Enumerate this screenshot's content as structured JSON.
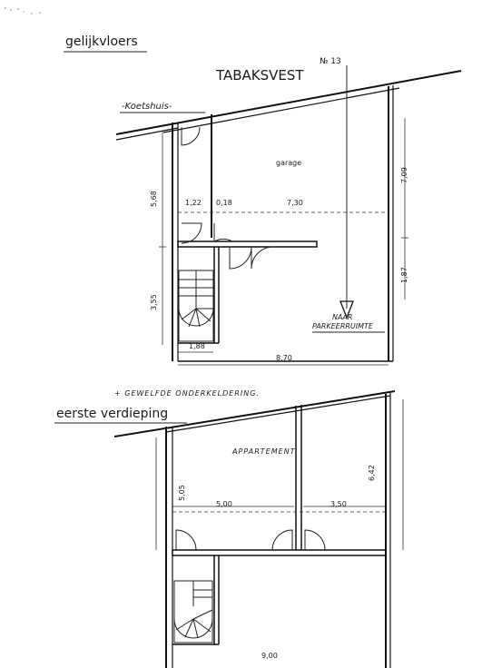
{
  "ground_floor": {
    "title": "gelijkvloers",
    "street": "TABAKSVEST",
    "house_number": "№ 13",
    "coach_house": "-Koetshuis-",
    "garage": "garage",
    "parking_arrow_text_1": "NAAR",
    "parking_arrow_text_2": "PARKEERRUIMTE",
    "dims": {
      "left_upper": "5,68",
      "left_lower": "3,55",
      "right_upper": "7,09",
      "right_lower": "1,87",
      "w1": "1,22",
      "w2": "0,18",
      "w3": "7,30",
      "stair": "1,88",
      "total": "8,70"
    },
    "note": "+ GEWELFDE ONDERKELDERING."
  },
  "first_floor": {
    "title": "eerste verdieping",
    "apartment": "APPARTEMENT",
    "dims": {
      "left": "5,05",
      "right": "6,42",
      "w1": "5,00",
      "w2": "3,50",
      "total": "9,00"
    }
  }
}
